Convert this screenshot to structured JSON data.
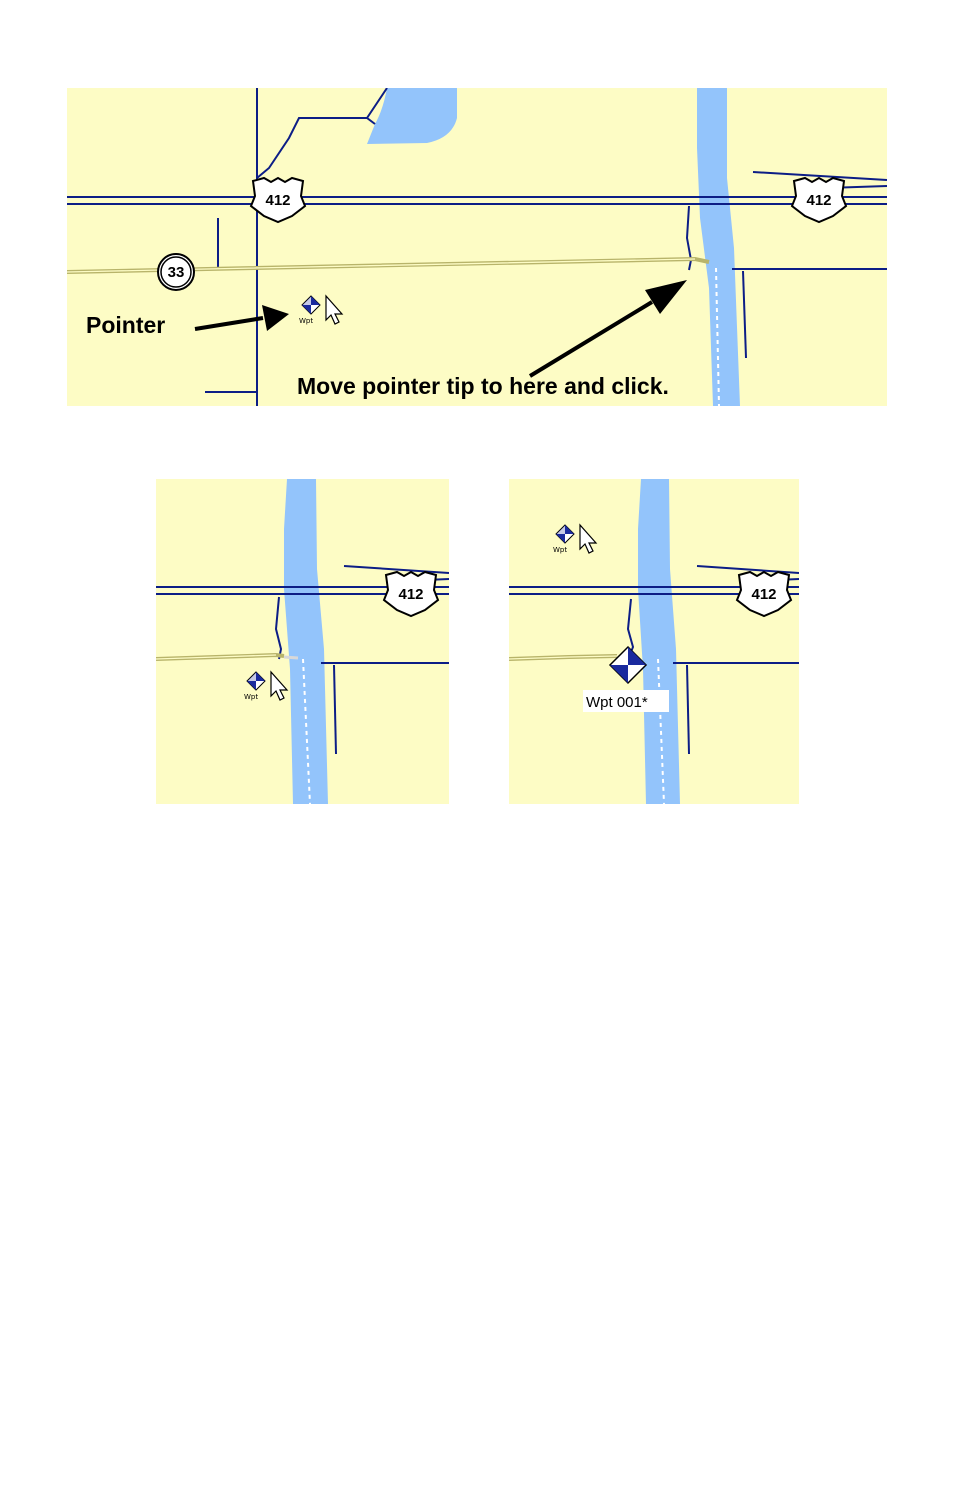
{
  "colors": {
    "land": "#fdfcc5",
    "water": "#93c4fb",
    "road": "#0c1d86",
    "state_road": "#b8b46a",
    "arrow": "#000000"
  },
  "figure1": {
    "highway_shield_number": "412",
    "state_route_number": "33",
    "pointer_callout": "Pointer",
    "instruction_callout": "Move pointer tip to here and click.",
    "cursor_icon": "waypoint-cursor-icon",
    "cursor_label": "Wpt"
  },
  "figure2": {
    "highway_shield_number": "412",
    "cursor_icon": "waypoint-cursor-icon",
    "cursor_label": "Wpt"
  },
  "figure3": {
    "highway_shield_number": "412",
    "cursor_icon": "waypoint-cursor-icon",
    "cursor_label": "Wpt",
    "waypoint_icon": "waypoint-diamond-icon",
    "waypoint_label": "Wpt 001*"
  }
}
